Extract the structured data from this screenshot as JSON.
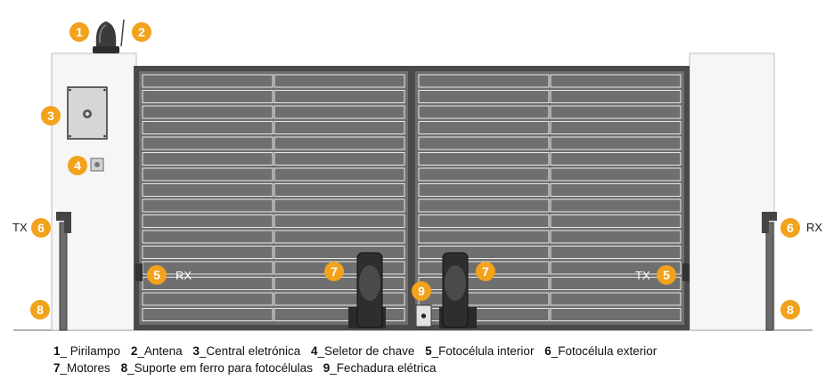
{
  "accent_color": "#f2a21b",
  "gate_color": "#6f6f6f",
  "markers": {
    "pirilampo_n": "1",
    "antena_n": "2",
    "central_n": "3",
    "seletor_n": "4",
    "foto_interior_left_n": "5",
    "foto_interior_right_n": "5",
    "foto_exterior_left_n": "6",
    "foto_exterior_right_n": "6",
    "motor_left_n": "7",
    "motor_right_n": "7",
    "suporte_left_n": "8",
    "suporte_right_n": "8",
    "fechadura_n": "9"
  },
  "labels": {
    "tx_left": "TX",
    "rx_right": "RX",
    "rx_inner": "RX",
    "tx_inner": "TX"
  },
  "legend": [
    {
      "num": "1",
      "text": "_ Pirilampo"
    },
    {
      "num": "2",
      "text": "_Antena"
    },
    {
      "num": "3",
      "text": "_Central eletrónica"
    },
    {
      "num": "4",
      "text": "_Seletor de chave"
    },
    {
      "num": "5",
      "text": "_Fotocélula interior"
    },
    {
      "num": "6",
      "text": "_Fotocélula exterior"
    },
    {
      "num": "7",
      "text": "_Motores"
    },
    {
      "num": "8",
      "text": "_Suporte em ferro para fotocélulas"
    },
    {
      "num": "9",
      "text": "_Fechadura elétrica"
    }
  ]
}
